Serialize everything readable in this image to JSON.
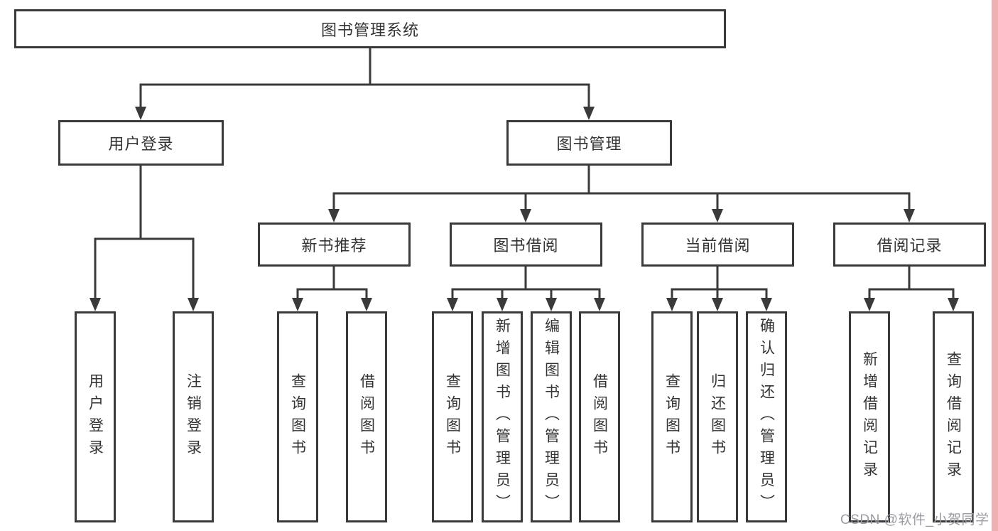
{
  "diagram": {
    "root": {
      "label": "图书管理系统"
    },
    "level2": [
      {
        "label": "用户登录"
      },
      {
        "label": "图书管理"
      }
    ],
    "level3": [
      {
        "label": "新书推荐"
      },
      {
        "label": "图书借阅"
      },
      {
        "label": "当前借阅"
      },
      {
        "label": "借阅记录"
      }
    ],
    "leaves": [
      {
        "label": "用户登录"
      },
      {
        "label": "注销登录"
      },
      {
        "label": "查询图书"
      },
      {
        "label": "借阅图书"
      },
      {
        "label": "查询图书"
      },
      {
        "label": "新增图书（管理员）"
      },
      {
        "label": "编辑图书（管理员）"
      },
      {
        "label": "借阅图书"
      },
      {
        "label": "查询图书"
      },
      {
        "label": "归还图书"
      },
      {
        "label": "确认归还（管理员）"
      },
      {
        "label": "新增借阅记录"
      },
      {
        "label": "查询借阅记录"
      }
    ]
  },
  "watermark": {
    "text": "CSDN @软件_小贺同学"
  },
  "colors": {
    "line": "#3a3a3a",
    "text": "#333333",
    "watermark": "#9b9ba4",
    "side_strip": "#eeb0b2"
  }
}
